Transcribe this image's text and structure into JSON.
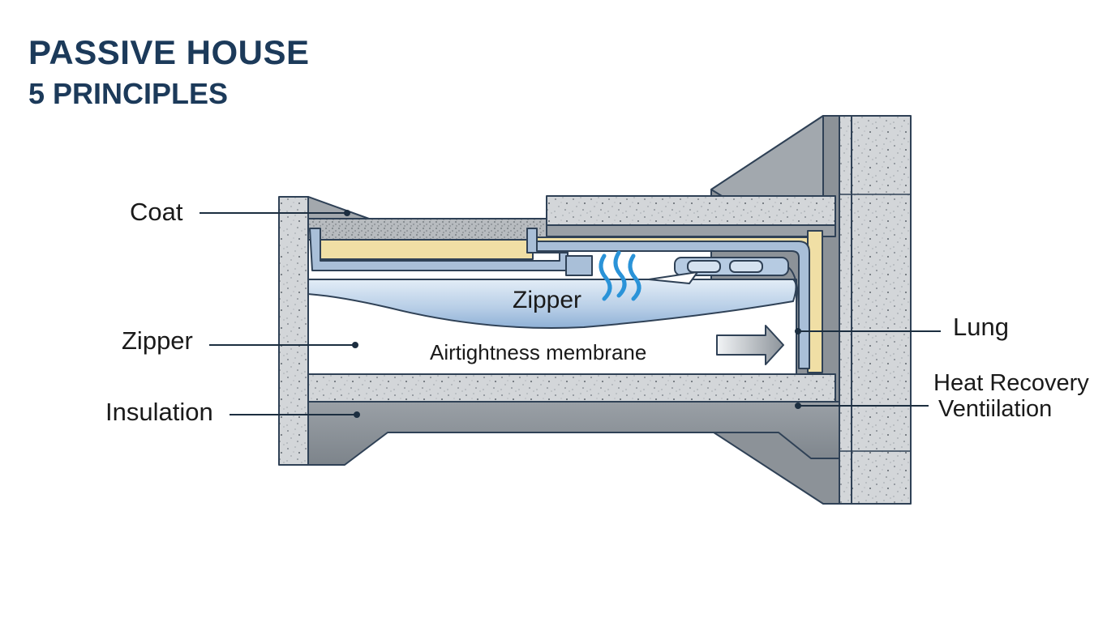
{
  "title": {
    "line1": "PASSIVE HOUSE",
    "line2": "5 PRINCIPLES"
  },
  "labels": {
    "coat": "Coat",
    "zipper_left": "Zipper",
    "insulation": "Insulation",
    "lung": "Lung",
    "hrv_line1": "Heat Recovery",
    "hrv_line2": "Ventiilation",
    "zipper_inner": "Zipper",
    "membrane": "Airtightness membrane"
  },
  "colors": {
    "title": "#1c3a5a",
    "concrete": "#cdd0d3",
    "concrete_dark": "#8e949a",
    "outline": "#2f4156",
    "insulation": "#f0dfa5",
    "membrane": "#bcd3ea",
    "airflow": "#2a93d8",
    "leader": "#1c2e40"
  },
  "icons": [
    "airflow-waves-icon",
    "arrow-right-icon"
  ]
}
